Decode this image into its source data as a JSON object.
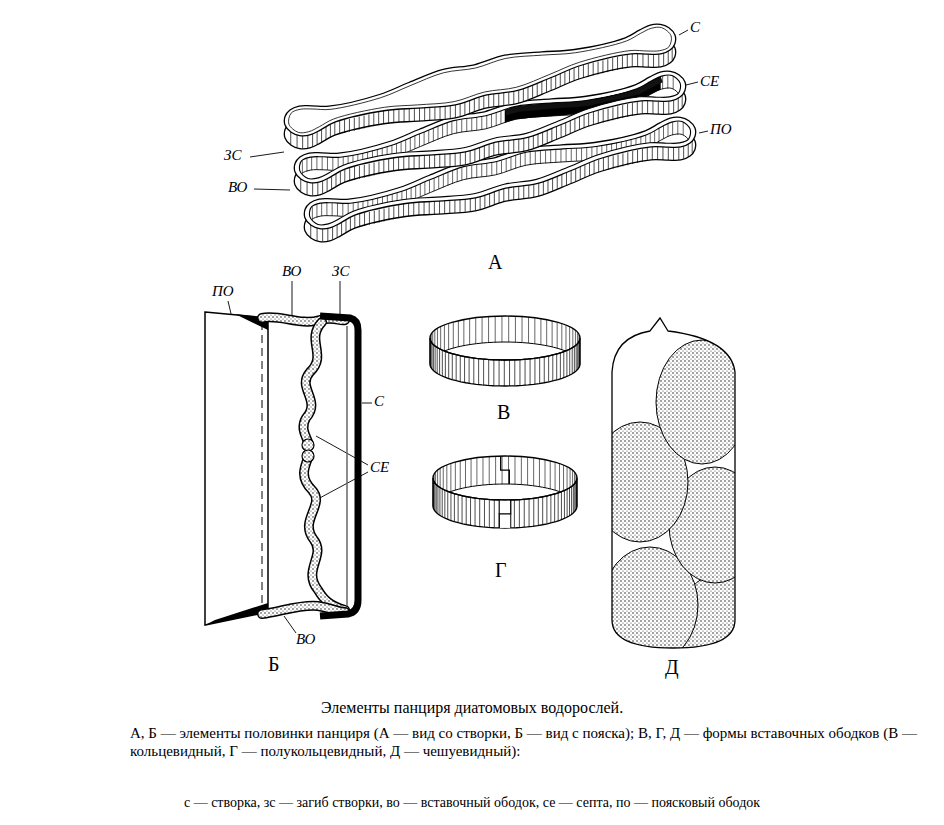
{
  "diagram": {
    "caption": "Элементы панциря диатомовых водорослей.",
    "labels": [
      "С",
      "СЕ",
      "ЗС",
      "ВО",
      "ПО",
      "А",
      "ПО",
      "ВО",
      "ЗС",
      "С",
      "СЕ",
      "ВО",
      "Б",
      "В",
      "Г",
      "Д",
      "А, Б — элементы половинки панциря (А — вид со створки, Б — вид с пояска); В, Г, Д — формы вставочных ободков (В — кольцевидный, Г — полукольцевидный, Д — чешуевидный):",
      "с — створка, зс — загиб створки, во — вставочный ободок, се — септа, по — поясковый ободок"
    ]
  }
}
